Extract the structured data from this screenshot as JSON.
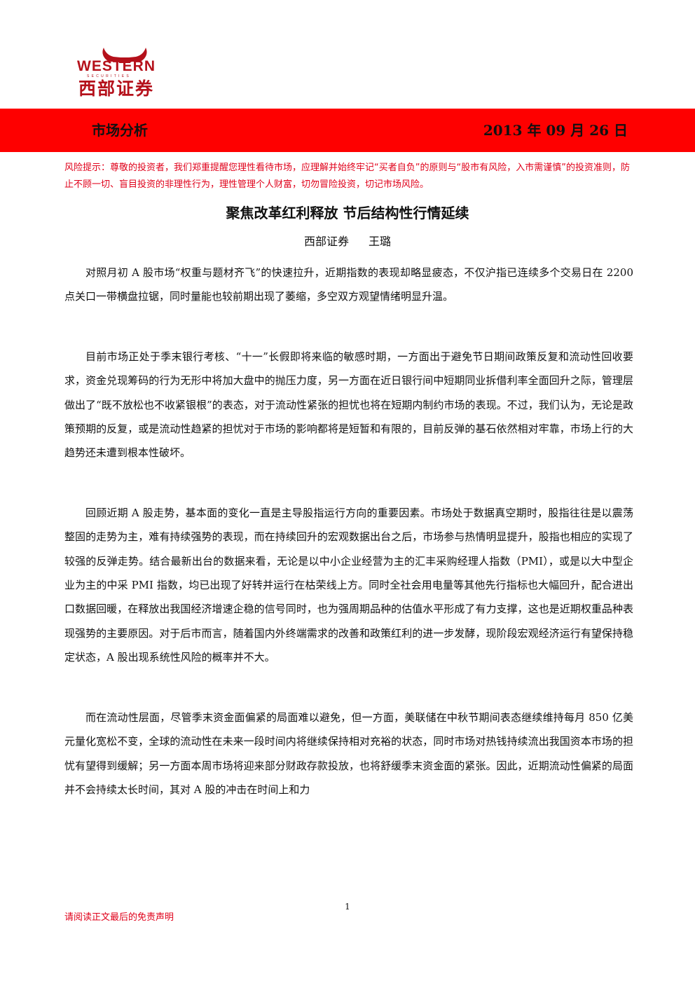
{
  "logo": {
    "english": "WESTERN",
    "subtitle": "SECURITIES",
    "chinese": "西部证券"
  },
  "banner": {
    "left": "市场分析",
    "right": "2013 年 09 月 26 日",
    "color": "#fe0000"
  },
  "risk_notice": "风险提示：尊敬的投资者，我们郑重提醒您理性看待市场，应理解并始终牢记“买者自负”的原则与“股市有风险，入市需谨慎”的投资准则，防止不顾一切、盲目投资的非理性行为，理性管理个人财富，切勿冒险投资，切记市场风险。",
  "title": "聚焦改革红利释放 节后结构性行情延续",
  "authors": {
    "org": "西部证券",
    "name": "王璐"
  },
  "paragraphs": [
    "对照月初 A 股市场“权重与题材齐飞”的快速拉升，近期指数的表现却略显疲态，不仅沪指已连续多个交易日在 2200 点关口一带横盘拉锯，同时量能也较前期出现了萎缩，多空双方观望情绪明显升温。",
    "目前市场正处于季末银行考核、“十一”长假即将来临的敏感时期，一方面出于避免节日期间政策反复和流动性回收要求，资金兑现筹码的行为无形中将加大盘中的抛压力度，另一方面在近日银行间中短期同业拆借利率全面回升之际，管理层做出了“既不放松也不收紧银根”的表态，对于流动性紧张的担忧也将在短期内制约市场的表现。不过，我们认为，无论是政策预期的反复，或是流动性趋紧的担忧对于市场的影响都将是短暂和有限的，目前反弹的基石依然相对牢靠，市场上行的大趋势还未遭到根本性破坏。",
    "回顾近期 A 股走势，基本面的变化一直是主导股指运行方向的重要因素。市场处于数据真空期时，股指往往是以震荡整固的走势为主，难有持续强势的表现，而在持续回升的宏观数据出台之后，市场参与热情明显提升，股指也相应的实现了较强的反弹走势。结合最新出台的数据来看，无论是以中小企业经营为主的汇丰采购经理人指数（PMI），或是以大中型企业为主的中采 PMI 指数，均已出现了好转并运行在枯荣线上方。同时全社会用电量等其他先行指标也大幅回升，配合进出口数据回暖，在释放出我国经济增速企稳的信号同时，也为强周期品种的估值水平形成了有力支撑，这也是近期权重品种表现强势的主要原因。对于后市而言，随着国内外终端需求的改善和政策红利的进一步发酵，现阶段宏观经济运行有望保持稳定状态，A 股出现系统性风险的概率并不大。",
    "而在流动性层面，尽管季末资金面偏紧的局面难以避免，但一方面，美联储在中秋节期间表态继续维持每月 850 亿美元量化宽松不变，全球的流动性在未来一段时间内将继续保持相对充裕的状态，同时市场对热钱持续流出我国资本市场的担忧有望得到缓解；另一方面本周市场将迎来部分财政存款投放，也将舒缓季末资金面的紧张。因此，近期流动性偏紧的局面并不会持续太长时间，其对 A 股的冲击在时间上和力"
  ],
  "page_number": "1",
  "disclaimer": "请阅读正文最后的免责声明"
}
